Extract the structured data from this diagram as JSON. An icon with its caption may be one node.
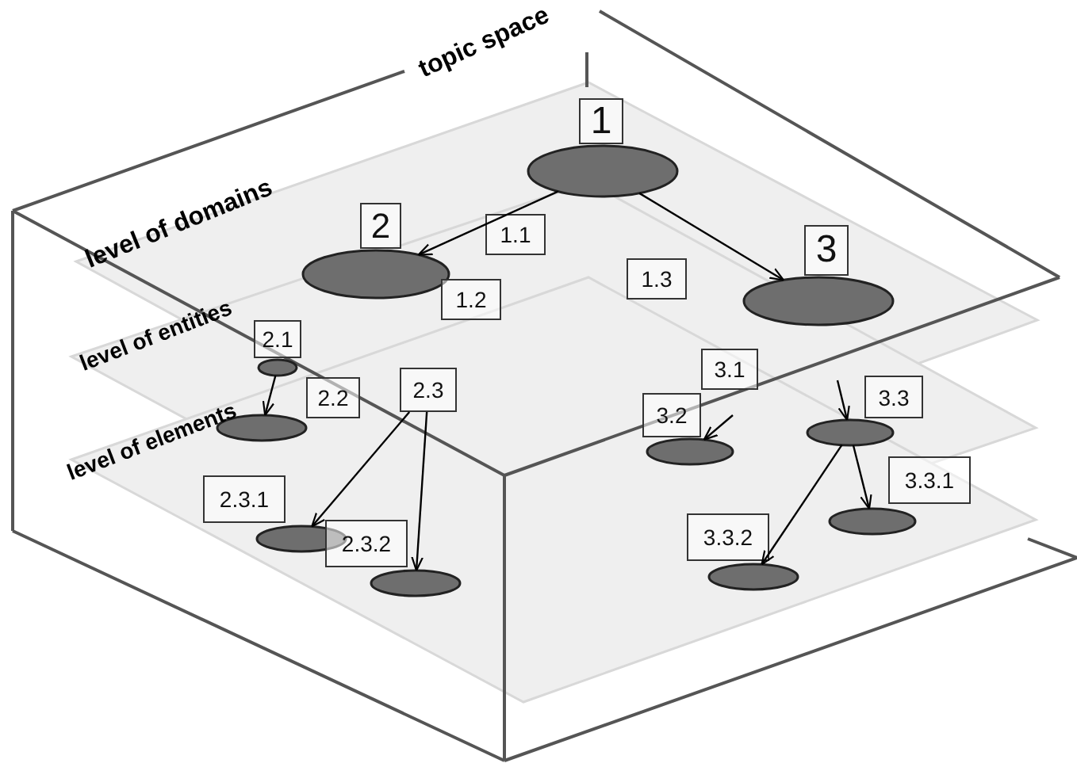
{
  "diagram": {
    "nodes": [
      {
        "text": [
          "1"
        ]
      },
      {
        "text": [],
        "shape": "ellipse"
      },
      {
        "text": [
          "2"
        ]
      },
      {
        "text": [],
        "shape": "ellipse"
      },
      {
        "text": [
          "1.1"
        ]
      },
      {
        "text": [
          "1.2"
        ]
      },
      {
        "text": [
          "1.3"
        ]
      },
      {
        "text": [
          "3"
        ]
      },
      {
        "text": [],
        "shape": "ellipse"
      },
      {
        "text": [
          "2.1"
        ]
      },
      {
        "text": [],
        "shape": "ellipse"
      },
      {
        "text": [
          "3.1"
        ]
      },
      {
        "text": [
          "2.2"
        ]
      },
      {
        "text": [],
        "shape": "ellipse"
      },
      {
        "text": [
          "2.3"
        ]
      },
      {
        "text": [
          "3.2"
        ]
      },
      {
        "text": [],
        "shape": "ellipse"
      },
      {
        "text": [
          "3.3"
        ]
      },
      {
        "text": [],
        "shape": "ellipse"
      },
      {
        "text": [
          "2.3.1"
        ]
      },
      {
        "text": [],
        "shape": "ellipse"
      },
      {
        "text": [
          "2.3.2"
        ]
      },
      {
        "text": [],
        "shape": "ellipse"
      },
      {
        "text": [
          "3.3.1"
        ]
      },
      {
        "text": [],
        "shape": "ellipse"
      },
      {
        "text": [
          "3.3.2"
        ]
      },
      {
        "text": [],
        "shape": "ellipse"
      }
    ],
    "edges": [
      {
        "from": 1,
        "to": 3,
        "arrow": "to"
      },
      {
        "from": 1,
        "to": 8,
        "arrow": "to"
      },
      {
        "from": 10,
        "to": 13,
        "arrow": "to"
      },
      {
        "from": null,
        "to": 16,
        "arrow": "to"
      },
      {
        "from": null,
        "to": 18,
        "arrow": "to"
      },
      {
        "from": 14,
        "to": 20,
        "arrow": "to"
      },
      {
        "from": 14,
        "to": 22,
        "arrow": "to"
      },
      {
        "from": 18,
        "to": 24,
        "arrow": "to"
      },
      {
        "from": 18,
        "to": 26,
        "arrow": "to"
      }
    ],
    "labels": [
      "topic space",
      "level of domains",
      "level of entities",
      "level of elements"
    ]
  }
}
